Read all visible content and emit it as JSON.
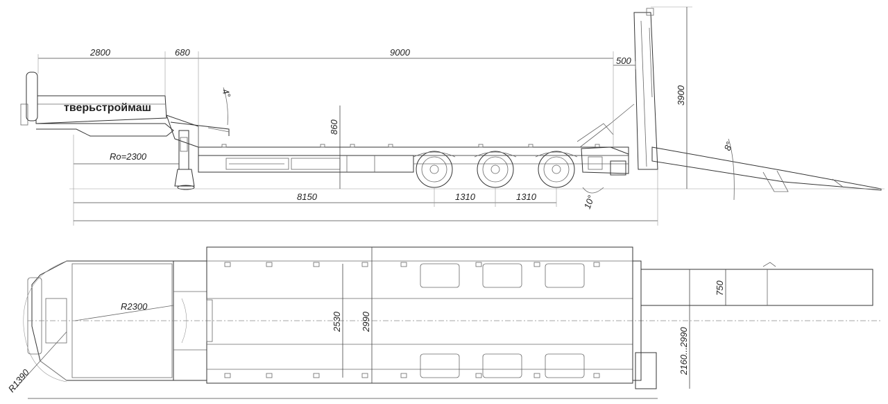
{
  "brand": "тверьстроймаш",
  "side_view": {
    "dim_2800": "2800",
    "dim_680": "680",
    "dim_9000": "9000",
    "dim_500": "500",
    "dim_3900": "3900",
    "dim_860": "860",
    "dim_ro2300": "Ro=2300",
    "dim_8150": "8150",
    "dim_1310_a": "1310",
    "dim_1310_b": "1310",
    "angle_4": "4°",
    "angle_8": "8°",
    "angle_10": "10°"
  },
  "top_view": {
    "dim_r2300": "R2300",
    "dim_r1390": "R1390",
    "dim_2530": "2530",
    "dim_2990": "2990",
    "dim_750": "750",
    "dim_2160_2990": "2160...2990"
  }
}
